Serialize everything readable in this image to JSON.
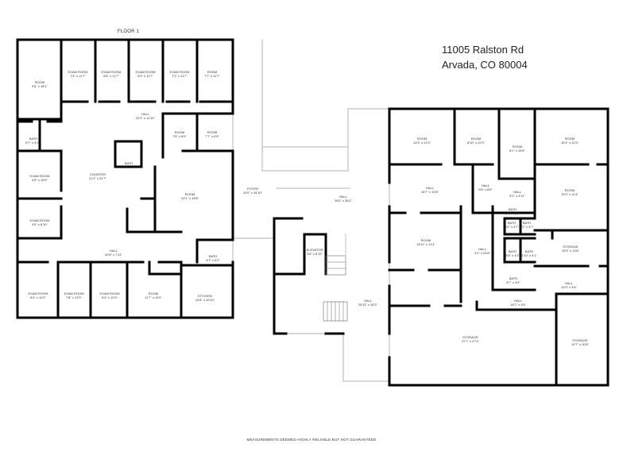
{
  "header": {
    "address_line1": "11005 Ralston Rd",
    "address_line2": "Arvada, CO  80004"
  },
  "floor_label": "FLOOR 1",
  "footer": "MEASUREMENTS DEEMED HIGHLY RELIABLE BUT NOT GUARANTEED",
  "colors": {
    "wall": "#000000",
    "window": "#cccccc",
    "text": "#333333"
  },
  "rooms": [
    {
      "name": "ROOM",
      "dims": "9'6\" x 18'1\""
    },
    {
      "name": "EXAM ROOM",
      "dims": "7'4\" x 11'7\""
    },
    {
      "name": "EXAM ROOM",
      "dims": "6'8\" x 11'7\""
    },
    {
      "name": "EXAM ROOM",
      "dims": "8'0\" x 11'7\""
    },
    {
      "name": "EXAM ROOM",
      "dims": "7'2\" x 11'7\""
    },
    {
      "name": "ROOM",
      "dims": "7'7\" x 11'7\""
    },
    {
      "name": "HALL",
      "dims": "22'2\" x 11'10\""
    },
    {
      "name": "BATH",
      "dims": "6'7\" x 5'11\""
    },
    {
      "name": "ROOM",
      "dims": "7'8\" x 8'9\""
    },
    {
      "name": "ROOM",
      "dims": "7'7\" x 8'9\""
    },
    {
      "name": "BATH",
      "dims": "5'7\" x 7'7\""
    },
    {
      "name": "COUNTER",
      "dims": "21'2\" x 31'7\""
    },
    {
      "name": "EXAM ROOM",
      "dims": "9'9\" x 10'9\""
    },
    {
      "name": "EXAM ROOM",
      "dims": "9'5\" x 8'10\""
    },
    {
      "name": "ROOM",
      "dims": "20'1\" x 19'8\""
    },
    {
      "name": "HALL",
      "dims": "40'8\" x 7'11\""
    },
    {
      "name": "BATH",
      "dims": "6'7\" x 6'2\""
    },
    {
      "name": "EXAM ROOM",
      "dims": "8'4\" x 12'0\""
    },
    {
      "name": "EXAM ROOM",
      "dims": "7'8\" x 12'0\""
    },
    {
      "name": "EXAM ROOM",
      "dims": "8'4\" x 12'0\""
    },
    {
      "name": "ROOM",
      "dims": "11'7\" x 12'0\""
    },
    {
      "name": "KITCHEN",
      "dims": "10'8\" x 10'10\""
    },
    {
      "name": "FOYER",
      "dims": "10'0\" x 44'10\""
    },
    {
      "name": "HALL",
      "dims": "26'0\" x 36'1\""
    },
    {
      "name": "ELEVATOR",
      "dims": "4'8\" x 6'10\""
    },
    {
      "name": "HALL",
      "dims": "25'11\" x 26'3\""
    },
    {
      "name": "ROOM",
      "dims": "14'3\" x 12'3\""
    },
    {
      "name": "ROOM",
      "dims": "8'10\" x 12'3\""
    },
    {
      "name": "ROOM",
      "dims": "8'1\" x 15'8\""
    },
    {
      "name": "ROOM",
      "dims": "15'3\" x 12'3\""
    },
    {
      "name": "HALL",
      "dims": "18'7\" x 10'8\""
    },
    {
      "name": "HALL",
      "dims": "5'6\" x 8'6\""
    },
    {
      "name": "HALL",
      "dims": "8'1\" x 4'11\""
    },
    {
      "name": "ROOM",
      "dims": "15'3\" x 11'4\""
    },
    {
      "name": "BATH",
      "dims": "8'7\" x 6'0\""
    },
    {
      "name": "BATH",
      "dims": "3'4\" x 4'7\""
    },
    {
      "name": "BATH",
      "dims": "3'2\" x 4'7\""
    },
    {
      "name": "ROOM",
      "dims": "15'11\" x 11'4\""
    },
    {
      "name": "HALL",
      "dims": "4'0\" x 20'8\""
    },
    {
      "name": "STORAGE",
      "dims": "15'3\" x 12'8\""
    },
    {
      "name": "BATH",
      "dims": "3'8\" x 4'4\""
    },
    {
      "name": "BATH",
      "dims": "1'10\" x 4'1\""
    },
    {
      "name": "BATH",
      "dims": "8'7\" x 9'4\""
    },
    {
      "name": "HALL",
      "dims": "15'3\" x 4'8\""
    },
    {
      "name": "HALL",
      "dims": "18'7\" x 3'5\""
    },
    {
      "name": "STORAGE",
      "dims": "37'7\" x 27'4\""
    },
    {
      "name": "STORAGE",
      "dims": "10'7\" x 20'8\""
    }
  ]
}
